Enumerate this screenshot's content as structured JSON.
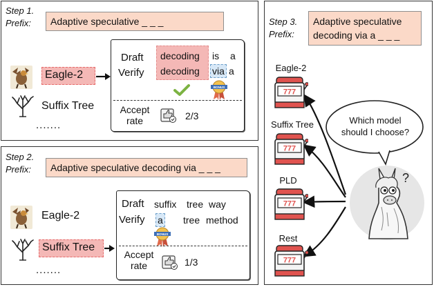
{
  "step1": {
    "step_label": "Step 1.",
    "prefix_label": "Prefix:",
    "prefix_text": "Adaptive speculative _ _ _",
    "models": {
      "eagle": "Eagle-2",
      "suffix": "Suffix Tree",
      "more": "......."
    },
    "card": {
      "draft_label": "Draft",
      "verify_label": "Verify",
      "draft_tokens": [
        "decoding",
        "is",
        "a"
      ],
      "verify_tokens": [
        "decoding",
        "via",
        "a"
      ],
      "accept_label_line1": "Accept",
      "accept_label_line2": "rate",
      "accept_score": "2/3"
    }
  },
  "step2": {
    "step_label": "Step 2.",
    "prefix_label": "Prefix:",
    "prefix_text": "Adaptive speculative decoding via _ _ _",
    "models": {
      "eagle": "Eagle-2",
      "suffix": "Suffix Tree",
      "more": "......."
    },
    "card": {
      "draft_label": "Draft",
      "verify_label": "Verify",
      "draft_tokens": [
        "suffix",
        "tree",
        "way"
      ],
      "verify_tokens": [
        "a",
        "tree",
        "method"
      ],
      "accept_label_line1": "Accept",
      "accept_label_line2": "rate",
      "accept_score": "1/3"
    }
  },
  "step3": {
    "step_label": "Step 3.",
    "prefix_label": "Prefix:",
    "prefix_line1": "Adaptive speculative",
    "prefix_line2": "decoding via a _ _ _",
    "models": [
      "Eagle-2",
      "Suffix Tree",
      "PLD",
      "Rest"
    ],
    "bubble_line1": "Which model",
    "bubble_line2": "should I choose?",
    "question_mark": "?"
  },
  "icons": {
    "bonus_badge_text": "BONUS",
    "slot_digits": "777"
  },
  "colors": {
    "prefix_fill": "#fbd9c8",
    "highlight_red": "#f4b8b6",
    "highlight_blue": "#d7e8f7",
    "check_green": "#7cb342",
    "slot_red": "#e0534f"
  }
}
